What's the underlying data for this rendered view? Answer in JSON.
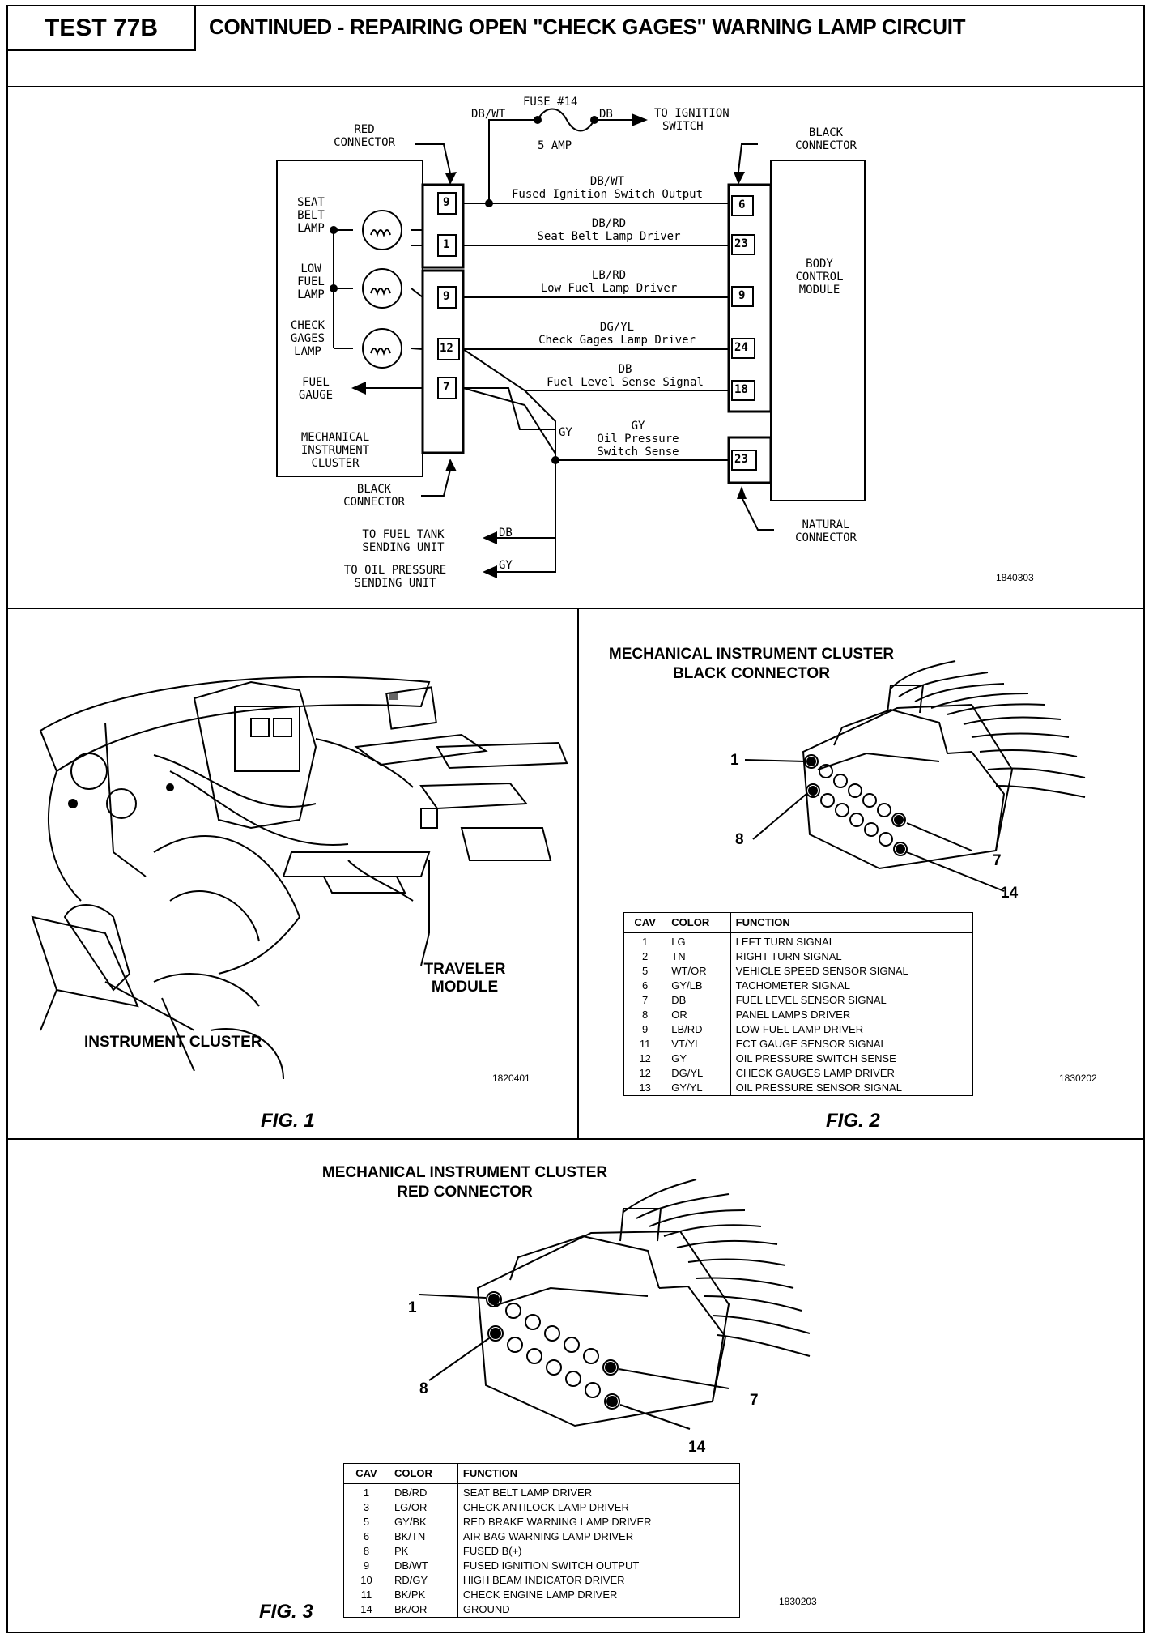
{
  "header": {
    "test_id": "TEST 77B",
    "title": "CONTINUED - REPAIRING OPEN \"CHECK GAGES\" WARNING LAMP CIRCUIT"
  },
  "schematic": {
    "fuse": {
      "name": "FUSE #14",
      "rating": "5 AMP",
      "in_wire": "DB/WT",
      "out_wire": "DB",
      "to": [
        "TO IGNITION",
        "SWITCH"
      ]
    },
    "red_connector": [
      "RED",
      "CONNECTOR"
    ],
    "black_connector_top": [
      "BLACK",
      "CONNECTOR"
    ],
    "black_connector_bottom": [
      "BLACK",
      "CONNECTOR"
    ],
    "natural_connector": [
      "NATURAL",
      "CONNECTOR"
    ],
    "cluster_label": [
      "MECHANICAL",
      "INSTRUMENT",
      "CLUSTER"
    ],
    "bcm_label": [
      "BODY",
      "CONTROL",
      "MODULE"
    ],
    "lamps": [
      {
        "label": [
          "SEAT",
          "BELT",
          "LAMP"
        ]
      },
      {
        "label": [
          "LOW",
          "FUEL",
          "LAMP"
        ]
      },
      {
        "label": [
          "CHECK",
          "GAGES",
          "LAMP"
        ]
      }
    ],
    "fuel_gauge": [
      "FUEL",
      "GAUGE"
    ],
    "circuits": [
      {
        "left_pin": "9",
        "right_pin": "6",
        "color": "DB/WT",
        "name": "Fused Ignition Switch Output"
      },
      {
        "left_pin": "1",
        "right_pin": "23",
        "color": "DB/RD",
        "name": "Seat Belt Lamp Driver"
      },
      {
        "left_pin": "9",
        "right_pin": "9",
        "color": "LB/RD",
        "name": "Low Fuel Lamp Driver"
      },
      {
        "left_pin": "12",
        "right_pin": "24",
        "color": "DG/YL",
        "name": "Check Gages Lamp Driver"
      },
      {
        "left_pin": "",
        "right_pin": "18",
        "color": "DB",
        "name": "Fuel Level Sense Signal"
      },
      {
        "left_pin": "7",
        "right_pin": "",
        "color": "",
        "name": ""
      },
      {
        "left_pin": "",
        "right_pin": "23",
        "color": "GY",
        "name": "Oil Pressure Switch Sense"
      }
    ],
    "gy_label": "GY",
    "to_fuel_tank": [
      "TO FUEL TANK",
      "SENDING UNIT"
    ],
    "to_fuel_tank_wire": "DB",
    "to_oil_pressure": [
      "TO OIL PRESSURE",
      "SENDING UNIT"
    ],
    "to_oil_pressure_wire": "GY",
    "code": "1840303"
  },
  "fig1": {
    "label": "FIG. 1",
    "traveler_module": [
      "TRAVELER",
      "MODULE"
    ],
    "instrument_cluster": "INSTRUMENT CLUSTER",
    "code": "1820401"
  },
  "fig2": {
    "label": "FIG. 2",
    "title": [
      "MECHANICAL INSTRUMENT CLUSTER",
      "BLACK CONNECTOR"
    ],
    "callouts": [
      "1",
      "8",
      "7",
      "14"
    ],
    "code": "1830202",
    "columns": [
      "CAV",
      "COLOR",
      "FUNCTION"
    ],
    "rows": [
      [
        "1",
        "LG",
        "LEFT TURN SIGNAL"
      ],
      [
        "2",
        "TN",
        "RIGHT TURN SIGNAL"
      ],
      [
        "5",
        "WT/OR",
        "VEHICLE SPEED SENSOR SIGNAL"
      ],
      [
        "6",
        "GY/LB",
        "TACHOMETER SIGNAL"
      ],
      [
        "7",
        "DB",
        "FUEL LEVEL SENSOR SIGNAL"
      ],
      [
        "8",
        "OR",
        "PANEL LAMPS DRIVER"
      ],
      [
        "9",
        "LB/RD",
        "LOW FUEL LAMP DRIVER"
      ],
      [
        "11",
        "VT/YL",
        "ECT GAUGE SENSOR SIGNAL"
      ],
      [
        "12",
        "GY",
        "OIL PRESSURE SWITCH SENSE"
      ],
      [
        "12",
        "DG/YL",
        "CHECK GAUGES LAMP DRIVER"
      ],
      [
        "13",
        "GY/YL",
        "OIL PRESSURE SENSOR SIGNAL"
      ]
    ]
  },
  "fig3": {
    "label": "FIG. 3",
    "title": [
      "MECHANICAL INSTRUMENT CLUSTER",
      "RED CONNECTOR"
    ],
    "callouts": [
      "1",
      "8",
      "7",
      "14"
    ],
    "code": "1830203",
    "columns": [
      "CAV",
      "COLOR",
      "FUNCTION"
    ],
    "rows": [
      [
        "1",
        "DB/RD",
        "SEAT BELT LAMP DRIVER"
      ],
      [
        "3",
        "LG/OR",
        "CHECK ANTILOCK LAMP DRIVER"
      ],
      [
        "5",
        "GY/BK",
        "RED BRAKE WARNING LAMP DRIVER"
      ],
      [
        "6",
        "BK/TN",
        "AIR BAG WARNING LAMP DRIVER"
      ],
      [
        "8",
        "PK",
        "FUSED B(+)"
      ],
      [
        "9",
        "DB/WT",
        "FUSED IGNITION SWITCH OUTPUT"
      ],
      [
        "10",
        "RD/GY",
        "HIGH BEAM INDICATOR DRIVER"
      ],
      [
        "11",
        "BK/PK",
        "CHECK ENGINE LAMP DRIVER"
      ],
      [
        "14",
        "BK/OR",
        "GROUND"
      ]
    ]
  }
}
